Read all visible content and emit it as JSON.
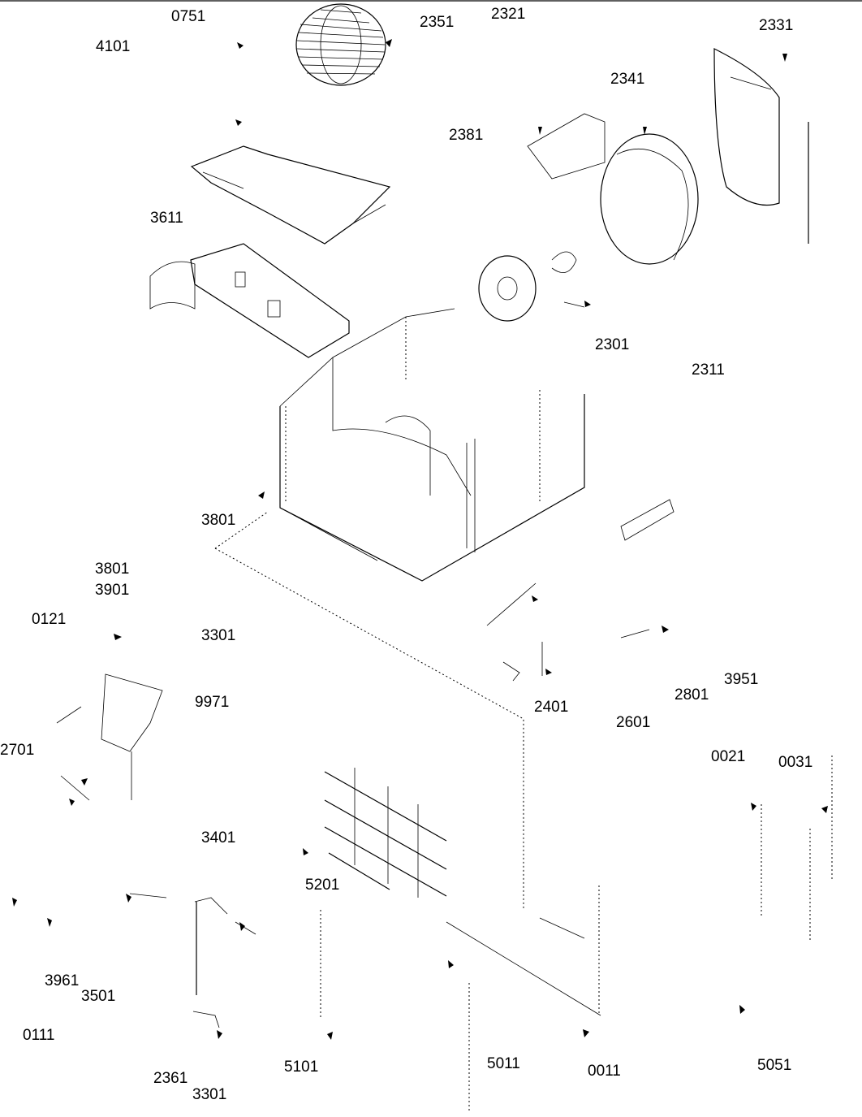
{
  "diagram": {
    "callouts": [
      {
        "id": "c0751",
        "text": "0751"
      },
      {
        "id": "c4101",
        "text": "4101"
      },
      {
        "id": "c2351",
        "text": "2351"
      },
      {
        "id": "c2321",
        "text": "2321"
      },
      {
        "id": "c2331",
        "text": "2331"
      },
      {
        "id": "c2341",
        "text": "2341"
      },
      {
        "id": "c2381",
        "text": "2381"
      },
      {
        "id": "c3611",
        "text": "3611"
      },
      {
        "id": "c2301",
        "text": "2301"
      },
      {
        "id": "c2311",
        "text": "2311"
      },
      {
        "id": "c3801a",
        "text": "3801"
      },
      {
        "id": "c3801b",
        "text": "3801"
      },
      {
        "id": "c3901",
        "text": "3901"
      },
      {
        "id": "c0121",
        "text": "0121"
      },
      {
        "id": "c3301a",
        "text": "3301"
      },
      {
        "id": "c9971",
        "text": "9971"
      },
      {
        "id": "c2701",
        "text": "2701"
      },
      {
        "id": "c2401",
        "text": "2401"
      },
      {
        "id": "c2801",
        "text": "2801"
      },
      {
        "id": "c3951",
        "text": "3951"
      },
      {
        "id": "c2601",
        "text": "2601"
      },
      {
        "id": "c0021",
        "text": "0021"
      },
      {
        "id": "c0031",
        "text": "0031"
      },
      {
        "id": "c3401",
        "text": "3401"
      },
      {
        "id": "c5201",
        "text": "5201"
      },
      {
        "id": "c3961",
        "text": "3961"
      },
      {
        "id": "c3501",
        "text": "3501"
      },
      {
        "id": "c0111",
        "text": "0111"
      },
      {
        "id": "c5101",
        "text": "5101"
      },
      {
        "id": "c5011",
        "text": "5011"
      },
      {
        "id": "c0011",
        "text": "0011"
      },
      {
        "id": "c5051",
        "text": "5051"
      },
      {
        "id": "c2361",
        "text": "2361"
      },
      {
        "id": "c3301b",
        "text": "3301"
      }
    ]
  }
}
